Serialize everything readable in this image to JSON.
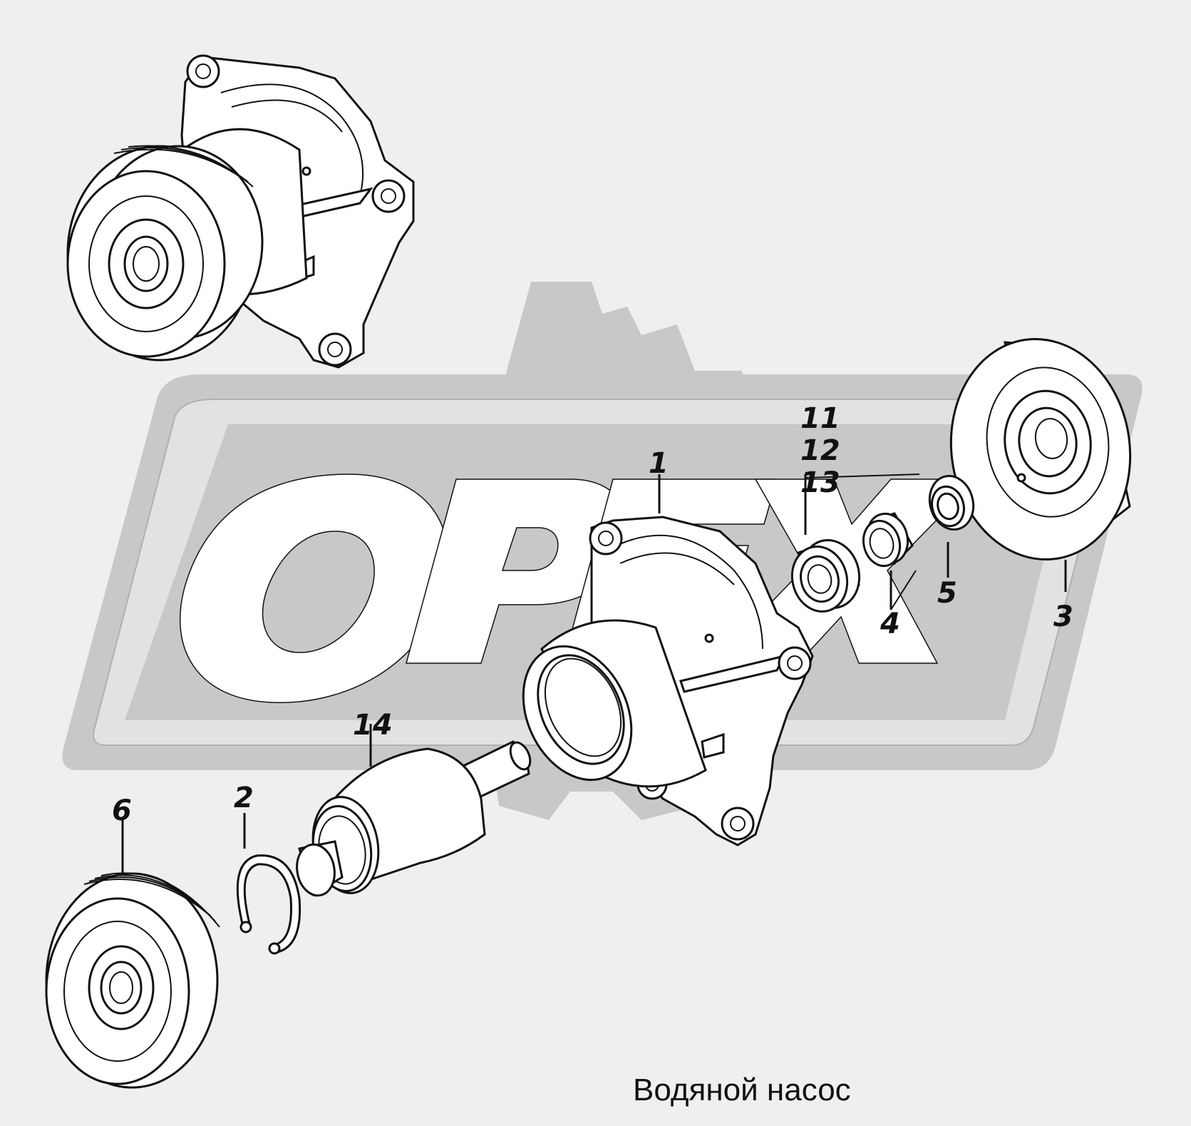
{
  "caption": "Водяной насос",
  "watermark": {
    "text": "OPEX",
    "color": "#c8c8c8"
  },
  "colors": {
    "background": "#efefef",
    "line": "#111111"
  },
  "callouts": {
    "c1": "1",
    "c2": "2",
    "c3": "3",
    "c4": "4",
    "c5": "5",
    "c6": "6",
    "c11": "11",
    "c12": "12",
    "c13": "13",
    "c14": "14"
  }
}
